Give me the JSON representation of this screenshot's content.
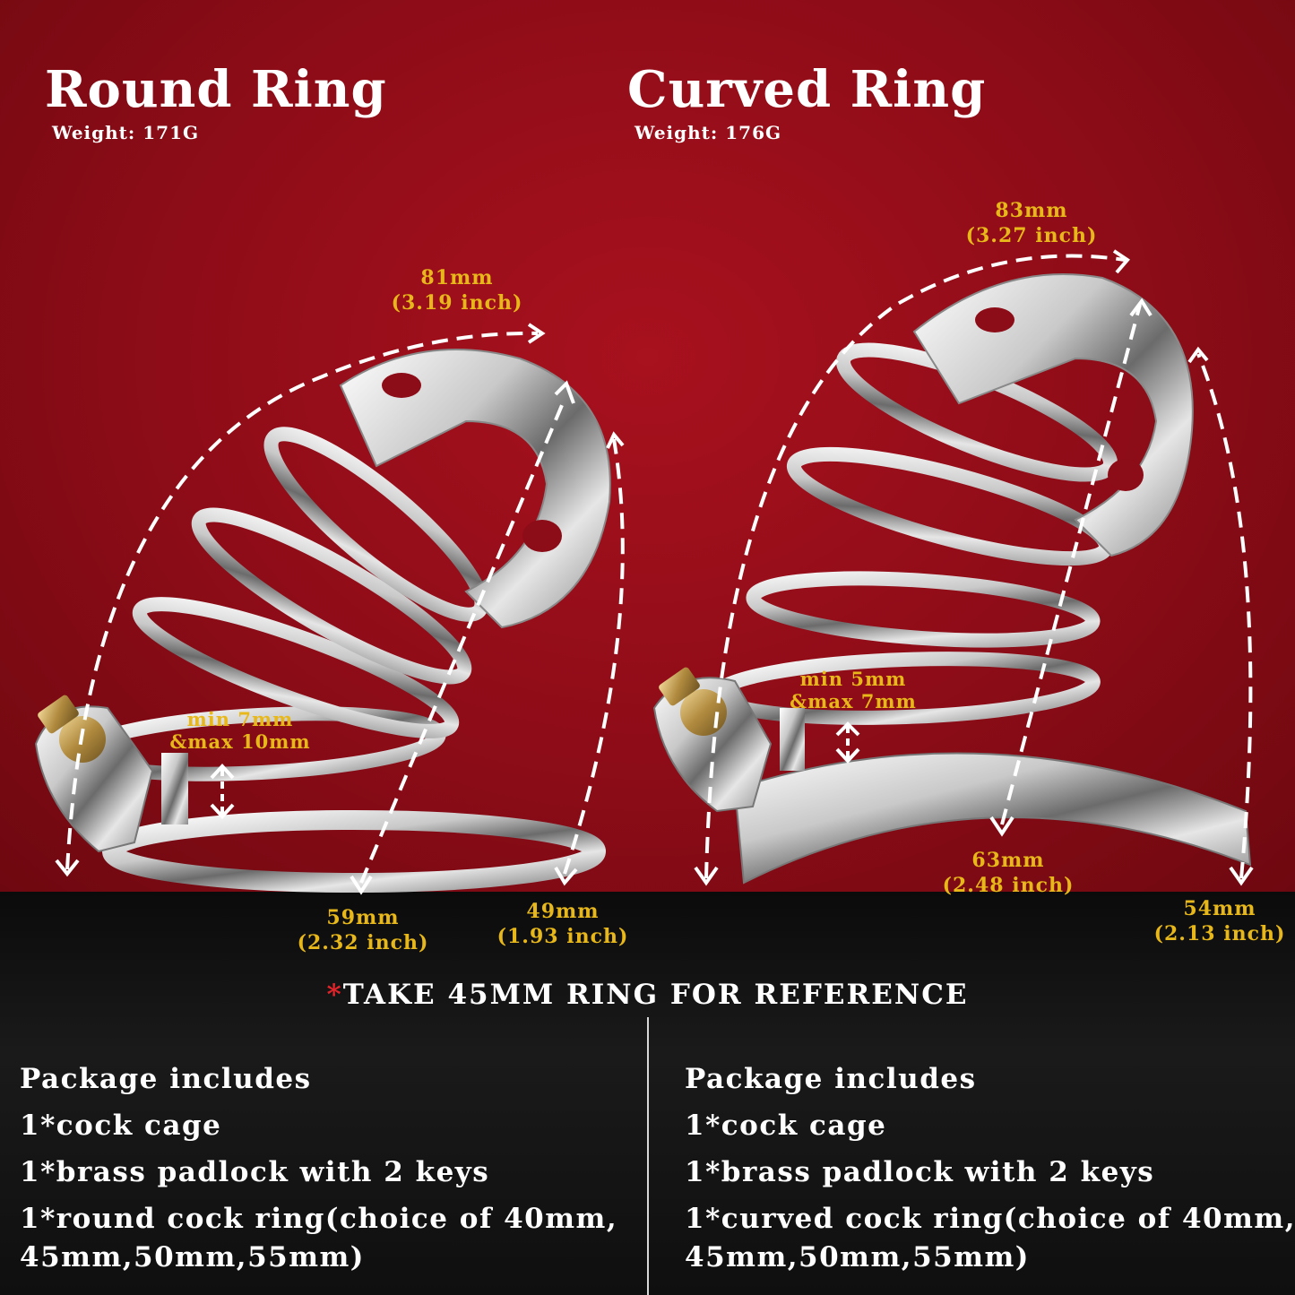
{
  "left": {
    "title": "Round Ring",
    "weight": "Weight:  171G",
    "dims": {
      "top": {
        "mm": "81mm",
        "inch": "(3.19 inch)"
      },
      "gap": {
        "line1": "min 7mm",
        "line2": "&max 10mm"
      },
      "length": {
        "mm": "59mm",
        "inch": "(2.32 inch)"
      },
      "front": {
        "mm": "49mm",
        "inch": "(1.93 inch)"
      }
    }
  },
  "right": {
    "title": "Curved Ring",
    "weight": "Weight:  176G",
    "dims": {
      "top": {
        "mm": "83mm",
        "inch": "(3.27 inch)"
      },
      "gap": {
        "line1": "min 5mm",
        "line2": "&max 7mm"
      },
      "length": {
        "mm": "63mm",
        "inch": "(2.48 inch)"
      },
      "front": {
        "mm": "54mm",
        "inch": "(2.13 inch)"
      }
    }
  },
  "reference": {
    "star": "*",
    "text": "TAKE 45MM RING FOR REFERENCE"
  },
  "package_left": {
    "heading": "Package includes",
    "items": [
      "1*cock cage",
      "1*brass padlock with 2 keys",
      "1*round cock ring(choice of 40mm,",
      "45mm,50mm,55mm)"
    ]
  },
  "package_right": {
    "heading": "Package includes",
    "items": [
      "1*cock cage",
      "1*brass padlock with 2 keys",
      "1*curved cock ring(choice of 40mm,",
      "45mm,50mm,55mm)"
    ]
  },
  "colors": {
    "background_red": "#8c0c17",
    "accent_gold": "#e8b81a",
    "star_red": "#e3242b",
    "bottom_black": "#111111"
  }
}
